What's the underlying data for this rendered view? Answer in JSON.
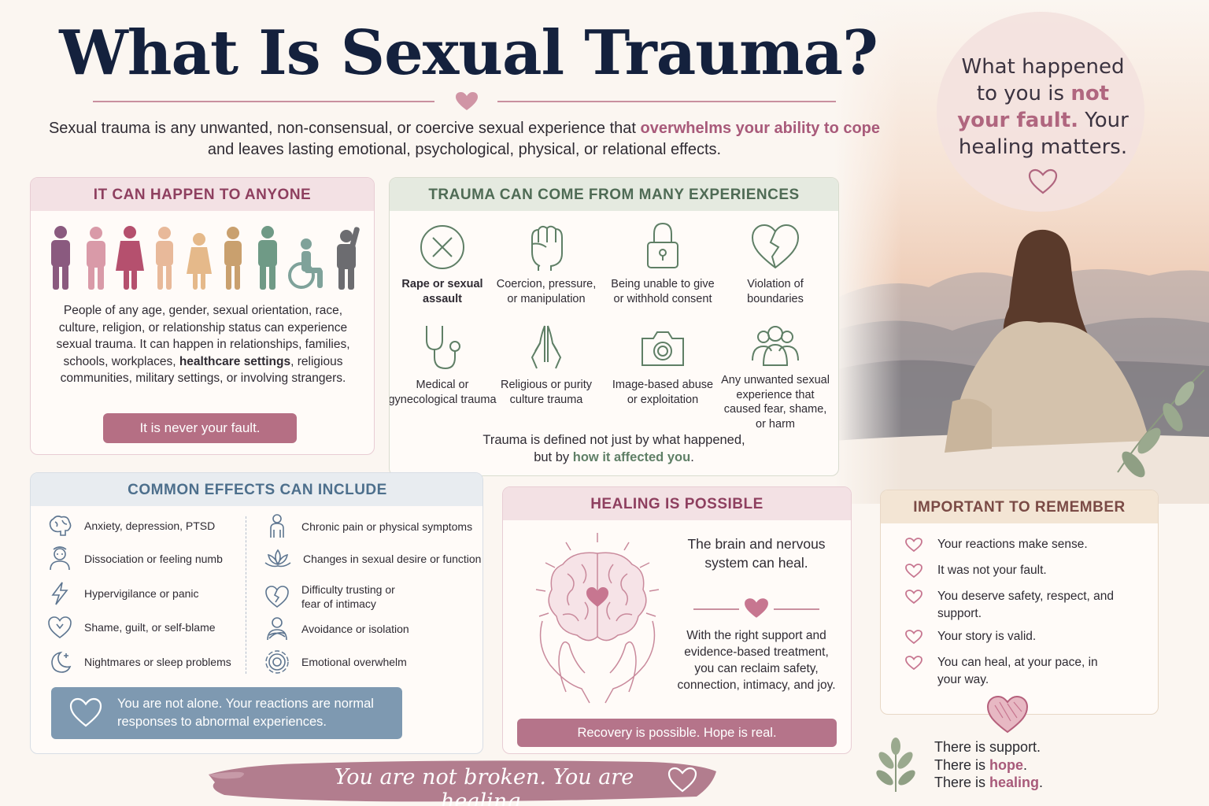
{
  "title": "What Is Sexual Trauma?",
  "intro": {
    "part1": "Sexual trauma is any unwanted, non-consensual, or coercive sexual experience that ",
    "highlight": "overwhelms your ability to cope",
    "part2": " and leaves lasting emotional, psychological, physical, or relational effects."
  },
  "quote": {
    "line1": "What happened",
    "line2a": "to you is ",
    "line2b": "not",
    "line3a": "your fault.",
    "line3b": " Your",
    "line4": "healing matters."
  },
  "anyone": {
    "heading": "IT CAN HAPPEN TO ANYONE",
    "text_before": "People of any age, gender, sexual orientation, race, culture, religion, or relationship status can experience sexual trauma. It can happen in relationships, families, schools, workplaces, ",
    "text_bold": "healthcare settings",
    "text_after": ", religious communities, military settings, or involving strangers.",
    "button": "It is never your fault."
  },
  "experiences": {
    "heading": "TRAUMA CAN COME FROM MANY EXPERIENCES",
    "items": [
      {
        "icon": "x-circle-icon",
        "label": "Rape or sexual assault",
        "bold": true
      },
      {
        "icon": "fist-icon",
        "label": "Coercion, pressure, or manipulation",
        "bold": false
      },
      {
        "icon": "padlock-icon",
        "label": "Being unable to give or withhold consent",
        "bold": false
      },
      {
        "icon": "broken-heart-icon",
        "label": "Violation of boundaries",
        "bold": false
      },
      {
        "icon": "stethoscope-icon",
        "label": "Medical or gynecological trauma",
        "bold": false
      },
      {
        "icon": "praying-hands-icon",
        "label": "Religious or purity culture trauma",
        "bold": false
      },
      {
        "icon": "camera-icon",
        "label": "Image-based abuse or exploitation",
        "bold": false
      },
      {
        "icon": "group-icon",
        "label": "Any unwanted sexual experience that caused fear, shame, or harm",
        "bold": false
      }
    ],
    "foot1": "Trauma is defined not just by what happened,",
    "foot2a": "but by ",
    "foot2b": "how it affected you",
    "foot2c": "."
  },
  "effects": {
    "heading": "COMMON EFFECTS CAN INCLUDE",
    "left": [
      {
        "icon": "brain-icon",
        "label": "Anxiety, depression, PTSD"
      },
      {
        "icon": "person-numb-icon",
        "label": "Dissociation or feeling numb"
      },
      {
        "icon": "lightning-icon",
        "label": "Hypervigilance or panic"
      },
      {
        "icon": "heart-outline-icon",
        "label": "Shame, guilt, or self-blame"
      },
      {
        "icon": "moon-icon",
        "label": "Nightmares or sleep problems"
      }
    ],
    "right": [
      {
        "icon": "body-icon",
        "label": "Chronic pain or physical symptoms"
      },
      {
        "icon": "lotus-icon",
        "label": "Changes in sexual desire or function"
      },
      {
        "icon": "cracked-heart-icon",
        "label": "Difficulty trusting or fear of intimacy"
      },
      {
        "icon": "self-hug-icon",
        "label": "Avoidance or isolation"
      },
      {
        "icon": "flower-icon",
        "label": "Emotional overwhelm"
      }
    ],
    "alone": "You are not alone. Your reactions are normal responses to abnormal experiences."
  },
  "healing": {
    "heading": "HEALING IS POSSIBLE",
    "t1": "The brain and nervous system can heal.",
    "t2": "With the right support and evidence-based treatment, you can reclaim safety, connection, intimacy, and joy.",
    "button": "Recovery is possible. Hope is real."
  },
  "remember": {
    "heading": "IMPORTANT TO REMEMBER",
    "items": [
      "Your reactions make sense.",
      "It was not your fault.",
      "You deserve safety, respect, and support.",
      "Your story is valid.",
      "You can heal, at your pace, in your way."
    ]
  },
  "support": {
    "l1": "There is support.",
    "l2a": "There is ",
    "l2b": "hope",
    "l3a": "There is ",
    "l3b": "healing"
  },
  "banner": "You are not broken. You are healing.",
  "colors": {
    "navy": "#14213d",
    "rose": "#a85a7a",
    "sage": "#5f7f66",
    "slate_blue": "#7e99b1"
  }
}
